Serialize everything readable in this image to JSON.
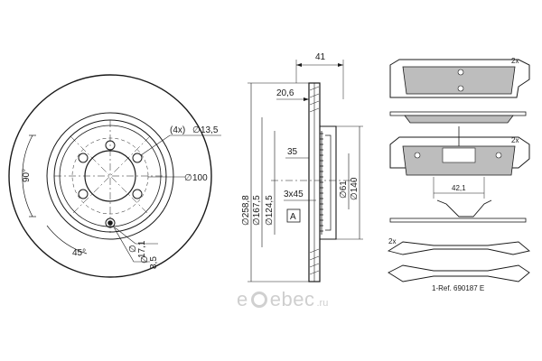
{
  "front_view": {
    "angle_vertical": "90°",
    "angle_diagonal": "45°",
    "hole_count": "(4x)",
    "hole_dia": "13,5",
    "pcd": "100",
    "small_hole": "17,1",
    "pin_hole": "8,5",
    "dia_symbol": "∅"
  },
  "side_view": {
    "overall_width": "41",
    "hat_offset": "20,6",
    "outer_dia": "258,8",
    "mid_dia": "167,5",
    "hat_dia": "124,5",
    "center_dim": "35",
    "chamfer": "3x45",
    "hub_dia": "61",
    "bore_dia": "140",
    "section_marker": "A"
  },
  "pads": {
    "top_qty": "2x",
    "mid_qty": "2x",
    "thickness": "42,1",
    "clip_qty": "2x",
    "ref_text": "1-Ref. 690187 E"
  },
  "watermark": {
    "brand": "ebec",
    "suffix": ".ru"
  }
}
